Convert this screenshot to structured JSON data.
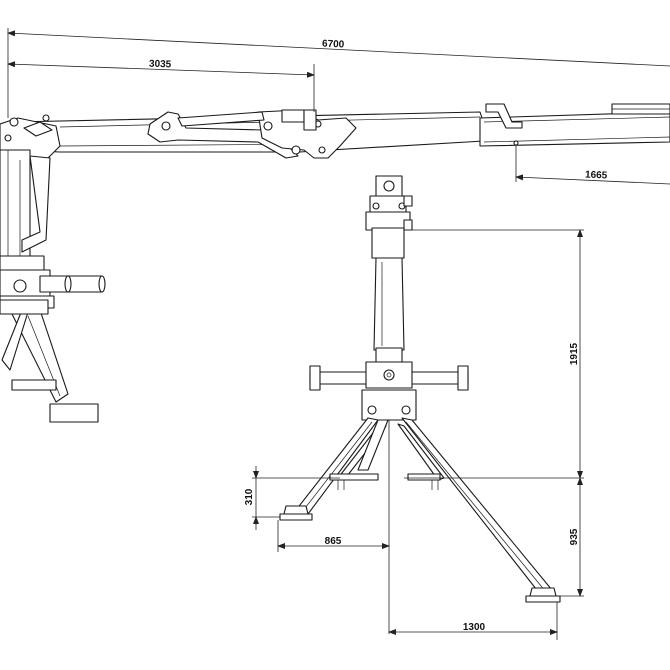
{
  "dimensions": {
    "overall_length": "6700",
    "boom_length": "3035",
    "extension": "1665",
    "column_height": "1915",
    "leg_height": "935",
    "foot_height": "310",
    "foot_offset": "865",
    "leg_span": "1300"
  }
}
